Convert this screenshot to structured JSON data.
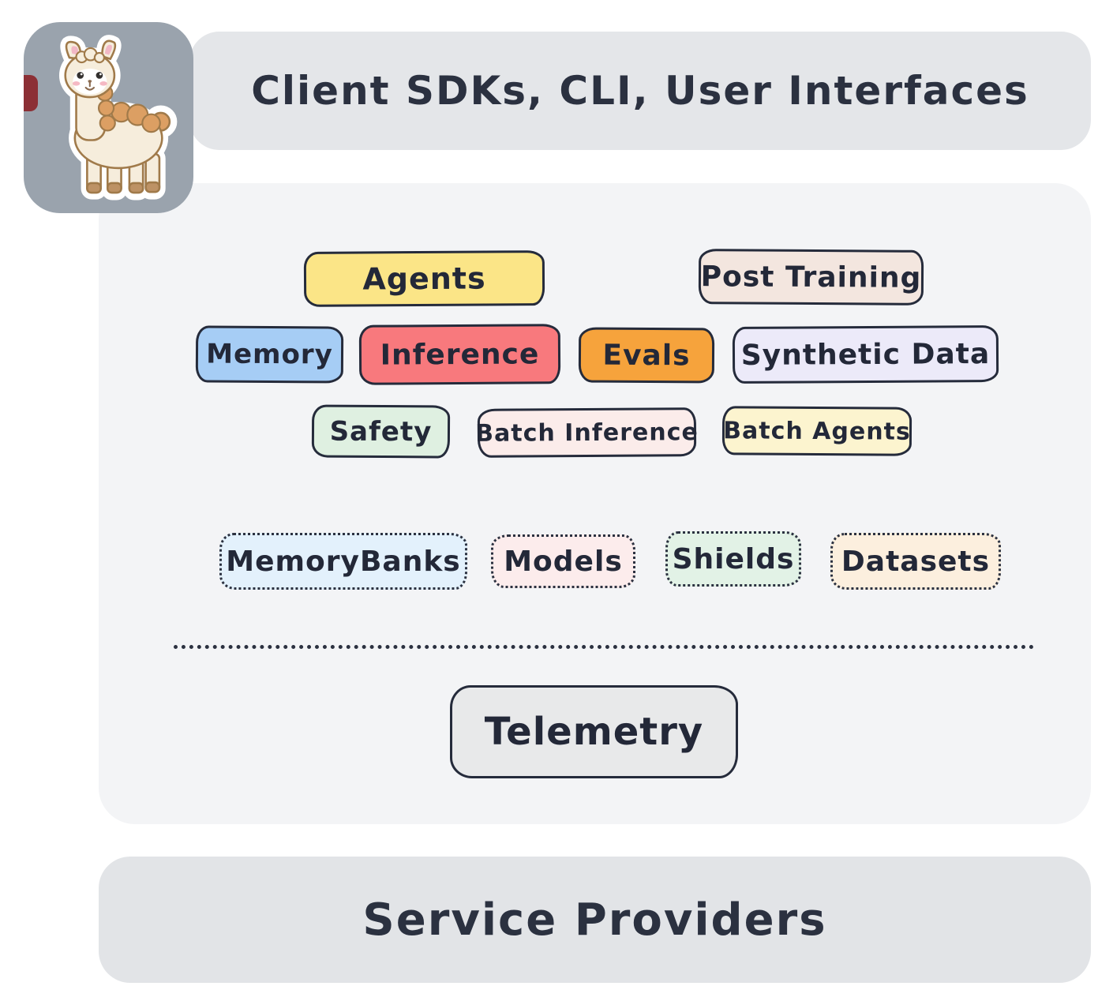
{
  "colors": {
    "top_bar": "#E4E6E9",
    "logo_card": "#9AA3AD",
    "panel": "#F3F4F6",
    "bottom_bar": "#E2E4E7",
    "border": "#252B3B",
    "text": "#2B3140",
    "logo_accent": "#8C2F35"
  },
  "header": {
    "title": "Client SDKs, CLI, User Interfaces"
  },
  "apis": {
    "row1": [
      {
        "label": "Agents",
        "bg": "#FBE587"
      },
      {
        "label": "Post Training",
        "bg": "#F3E6DF"
      }
    ],
    "row2": [
      {
        "label": "Memory",
        "bg": "#A6CDF5"
      },
      {
        "label": "Inference",
        "bg": "#F8797D"
      },
      {
        "label": "Evals",
        "bg": "#F6A33C"
      },
      {
        "label": "Synthetic Data",
        "bg": "#ECEAF9"
      }
    ],
    "row3": [
      {
        "label": "Safety",
        "bg": "#DFF0E1"
      },
      {
        "label": "Batch Inference",
        "bg": "#FBECEA"
      },
      {
        "label": "Batch Agents",
        "bg": "#FCF4CF"
      }
    ]
  },
  "resources": [
    {
      "label": "MemoryBanks",
      "bg": "#E3F1FC"
    },
    {
      "label": "Models",
      "bg": "#FCECEC"
    },
    {
      "label": "Shields",
      "bg": "#E2F2E6"
    },
    {
      "label": "Datasets",
      "bg": "#FCEFDE"
    }
  ],
  "telemetry": {
    "label": "Telemetry",
    "bg": "#E8E9EA"
  },
  "footer": {
    "label": "Service Providers"
  }
}
